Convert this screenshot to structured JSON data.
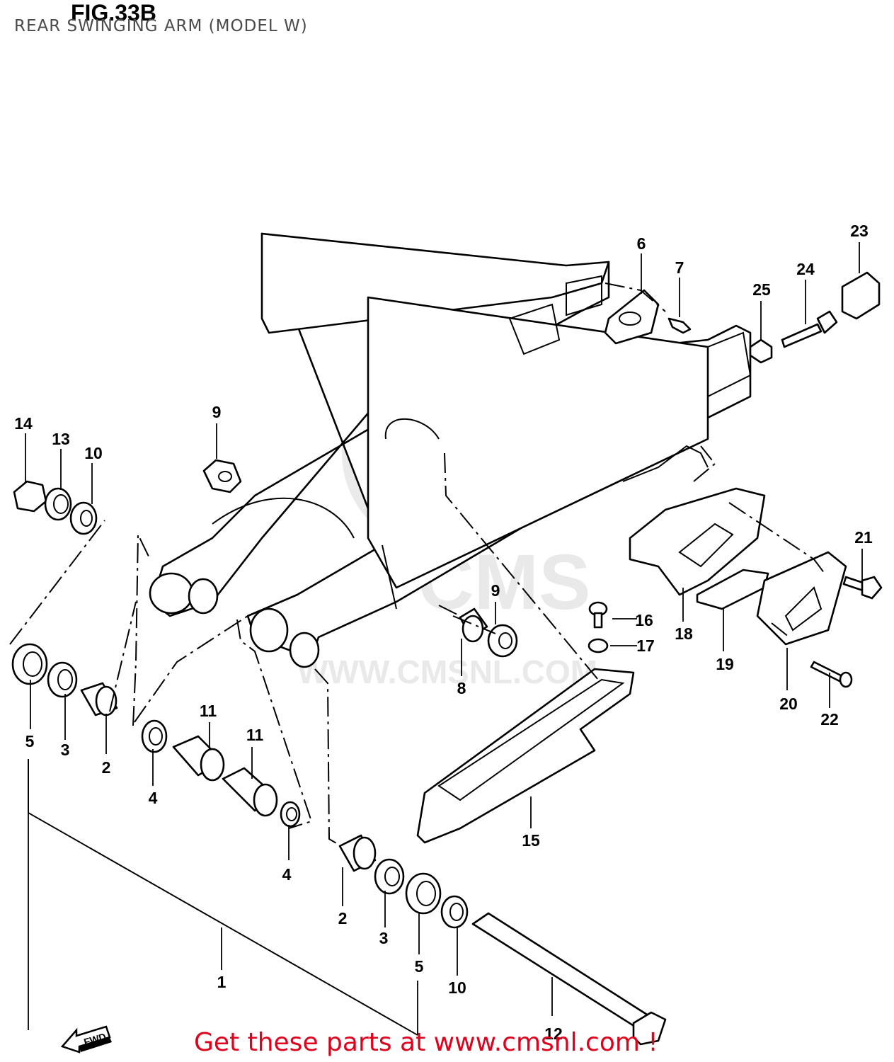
{
  "figure": {
    "title": "FIG.33B",
    "subtitle": "REAR SWINGING ARM (MODEL W)"
  },
  "watermark": {
    "text": "WWW.CMSNL.COM",
    "logo_text": "CMS"
  },
  "fwd_badge": "FWD",
  "promo": "Get these parts at www.cmsnl.com !",
  "callouts": {
    "c1": "1",
    "c2a": "2",
    "c2b": "2",
    "c3a": "3",
    "c3b": "3",
    "c4a": "4",
    "c4b": "4",
    "c5a": "5",
    "c5b": "5",
    "c6": "6",
    "c7": "7",
    "c8": "8",
    "c9a": "9",
    "c9b": "9",
    "c10a": "10",
    "c10b": "10",
    "c11a": "11",
    "c11b": "11",
    "c12": "12",
    "c13": "13",
    "c14": "14",
    "c15": "15",
    "c16": "16",
    "c17": "17",
    "c18": "18",
    "c19": "19",
    "c20": "20",
    "c21": "21",
    "c22": "22",
    "c23": "23",
    "c24": "24",
    "c25": "25"
  }
}
